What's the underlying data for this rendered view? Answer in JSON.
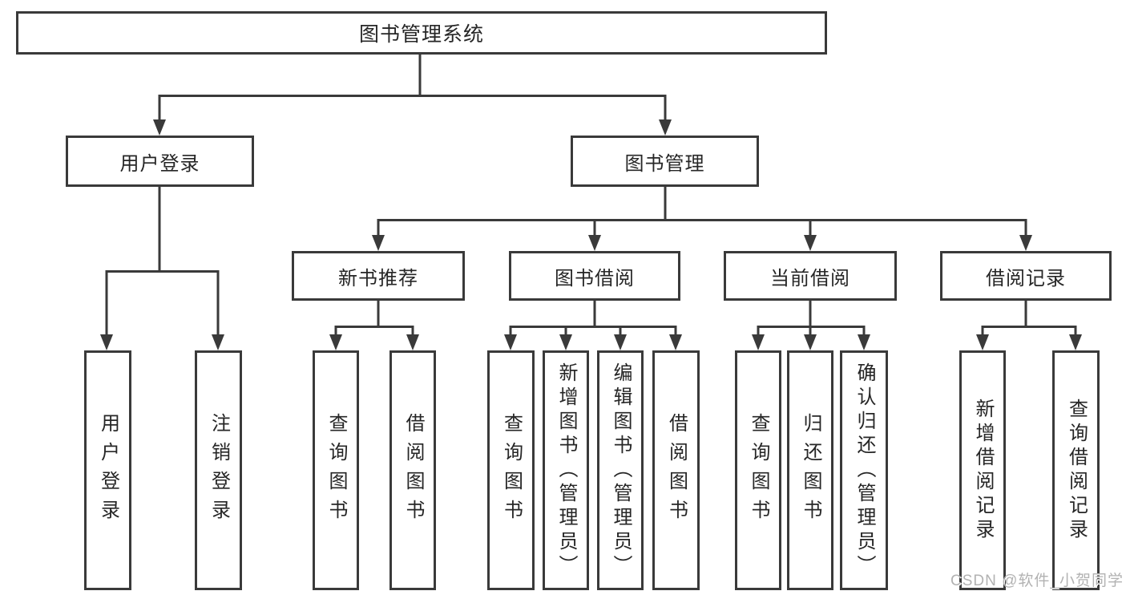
{
  "tree": {
    "root": {
      "label": "图书管理系统"
    },
    "user_login": {
      "label": "用户登录",
      "children": [
        {
          "label": "用户登录"
        },
        {
          "label": "注销登录"
        }
      ]
    },
    "book_management": {
      "label": "图书管理",
      "children": [
        {
          "label": "新书推荐",
          "children": [
            {
              "label": "查询图书"
            },
            {
              "label": "借阅图书"
            }
          ]
        },
        {
          "label": "图书借阅",
          "children": [
            {
              "label": "查询图书"
            },
            {
              "label": "新增图书（管理员）"
            },
            {
              "label": "编辑图书（管理员）"
            },
            {
              "label": "借阅图书"
            }
          ]
        },
        {
          "label": "当前借阅",
          "children": [
            {
              "label": "查询图书"
            },
            {
              "label": "归还图书"
            },
            {
              "label": "确认归还（管理员）"
            }
          ]
        },
        {
          "label": "借阅记录",
          "children": [
            {
              "label": "新增借阅记录"
            },
            {
              "label": "查询借阅记录"
            }
          ]
        }
      ]
    }
  },
  "watermark": "CSDN @软件_小贺同学",
  "colors": {
    "line": "#3a3a3a",
    "text": "#262626",
    "box_background": "#ffffff",
    "watermark": "#b2b2b2",
    "background": "#ffffff"
  }
}
